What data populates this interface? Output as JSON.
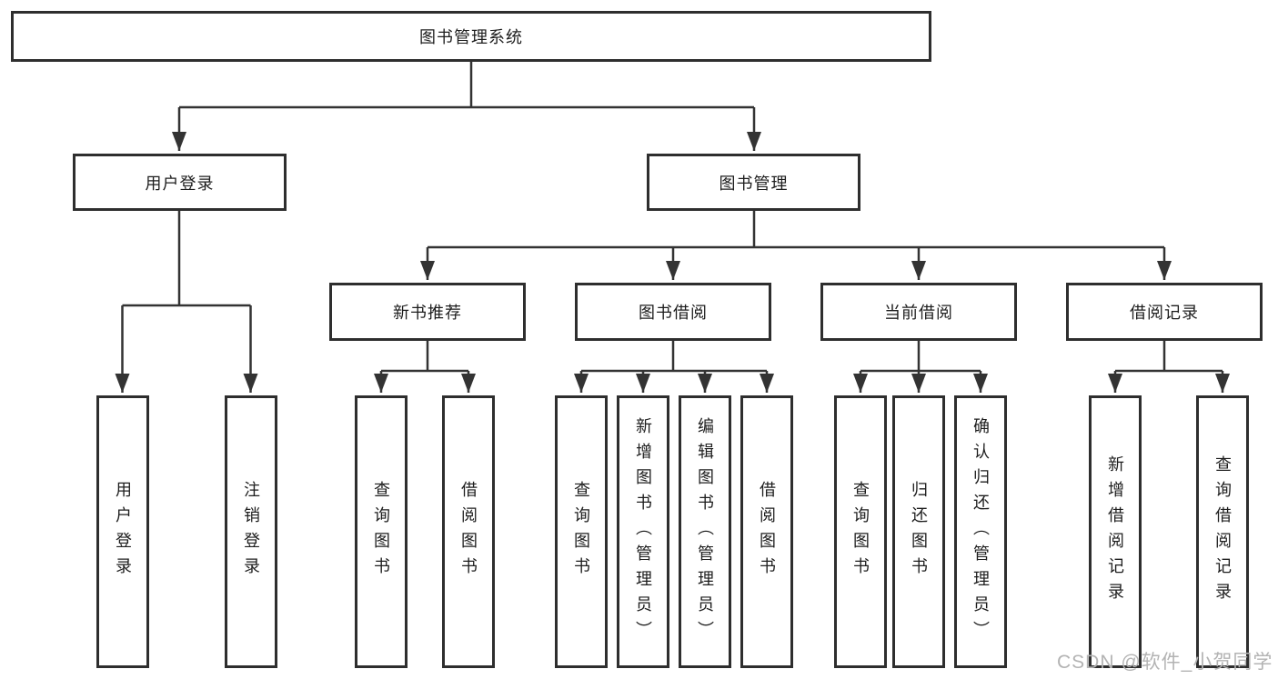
{
  "diagram": {
    "root": {
      "label": "图书管理系统"
    },
    "level2": {
      "user_login": {
        "label": "用户登录"
      },
      "book_mgmt": {
        "label": "图书管理"
      }
    },
    "level3": {
      "new_books": {
        "label": "新书推荐"
      },
      "book_borrow": {
        "label": "图书借阅"
      },
      "current_borrow": {
        "label": "当前借阅"
      },
      "borrow_records": {
        "label": "借阅记录"
      }
    },
    "leaves": {
      "user_login_1": {
        "label": "用户登录"
      },
      "user_login_2": {
        "label": "注销登录"
      },
      "new_books_1": {
        "label": "查询图书"
      },
      "new_books_2": {
        "label": "借阅图书"
      },
      "book_borrow_1": {
        "label": "查询图书"
      },
      "book_borrow_2": {
        "label": "新增图书（管理员）"
      },
      "book_borrow_3": {
        "label": "编辑图书（管理员）"
      },
      "book_borrow_4": {
        "label": "借阅图书"
      },
      "current_borrow_1": {
        "label": "查询图书"
      },
      "current_borrow_2": {
        "label": "归还图书"
      },
      "current_borrow_3": {
        "label": "确认归还（管理员）"
      },
      "borrow_records_1": {
        "label": "新增借阅记录"
      },
      "borrow_records_2": {
        "label": "查询借阅记录"
      }
    }
  },
  "watermark": "CSDN @软件_小贺同学",
  "colors": {
    "line": "#333333",
    "box_border": "#2e2e2e",
    "text": "#1d1d1d",
    "background": "#ffffff",
    "watermark": "#b3b3b3"
  }
}
